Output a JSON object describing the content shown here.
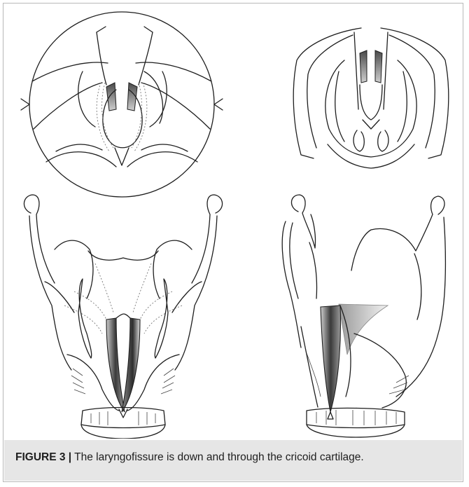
{
  "figure": {
    "caption_label": "FIGURE 3 |",
    "caption_text": " The laryngofissure is down and through the cricoid cartilage.",
    "panels": [
      {
        "name": "top-left",
        "subject": "larynx viewed from above (laryngoscopic circle view)"
      },
      {
        "name": "top-right",
        "subject": "larynx viewed from above, opened"
      },
      {
        "name": "bottom-left",
        "subject": "larynx front view, split through cricoid"
      },
      {
        "name": "bottom-right",
        "subject": "larynx oblique view, split through cricoid"
      }
    ],
    "colors": {
      "line": "#1e1e1e",
      "shade_dark": "#3a3a3a",
      "shade_light": "#d0d0d0",
      "caption_bg": "#e6e6e6",
      "frame": "#b8b8b8"
    }
  }
}
